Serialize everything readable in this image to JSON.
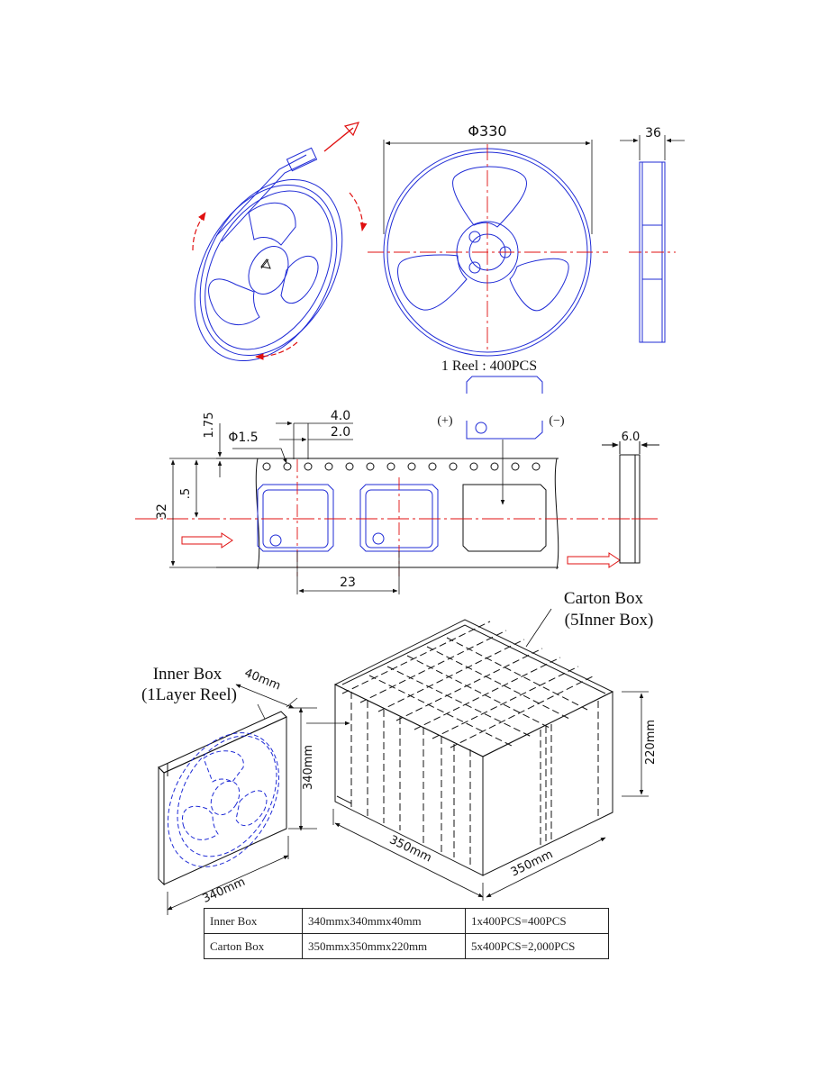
{
  "colors": {
    "outline": "#1f2bd6",
    "centerline": "#e01010",
    "dimension": "#111111"
  },
  "reel_section": {
    "diameter_label": "Φ330",
    "width_label": "36",
    "reel_qty_label": "1 Reel : 400PCS"
  },
  "tape_section": {
    "pitch_label": "4.0",
    "half_pitch_label": "2.0",
    "hole_diameter_label": "Φ1.5",
    "edge_label": "1.75",
    "offset_label": ".5",
    "tape_width_label": "32",
    "pocket_pitch_label": "23",
    "thickness_label": "6.0",
    "plus_label": "(+)",
    "minus_label": "(−)"
  },
  "inner_box": {
    "title_line1": "Inner Box",
    "title_line2": "(1Layer Reel)",
    "depth_label": "40mm",
    "height_label": "340mm",
    "width_label": "340mm"
  },
  "carton_box": {
    "title_line1": "Carton Box",
    "title_line2": "(5Inner Box)",
    "height_label": "220mm",
    "length_label": "350mm",
    "width_label": "350mm"
  },
  "packing_table": {
    "rows": [
      {
        "name": "Inner Box",
        "size": "340mmx340mmx40mm",
        "qty": "1x400PCS=400PCS"
      },
      {
        "name": "Carton Box",
        "size": "350mmx350mmx220mm",
        "qty": "5x400PCS=2,000PCS"
      }
    ]
  }
}
